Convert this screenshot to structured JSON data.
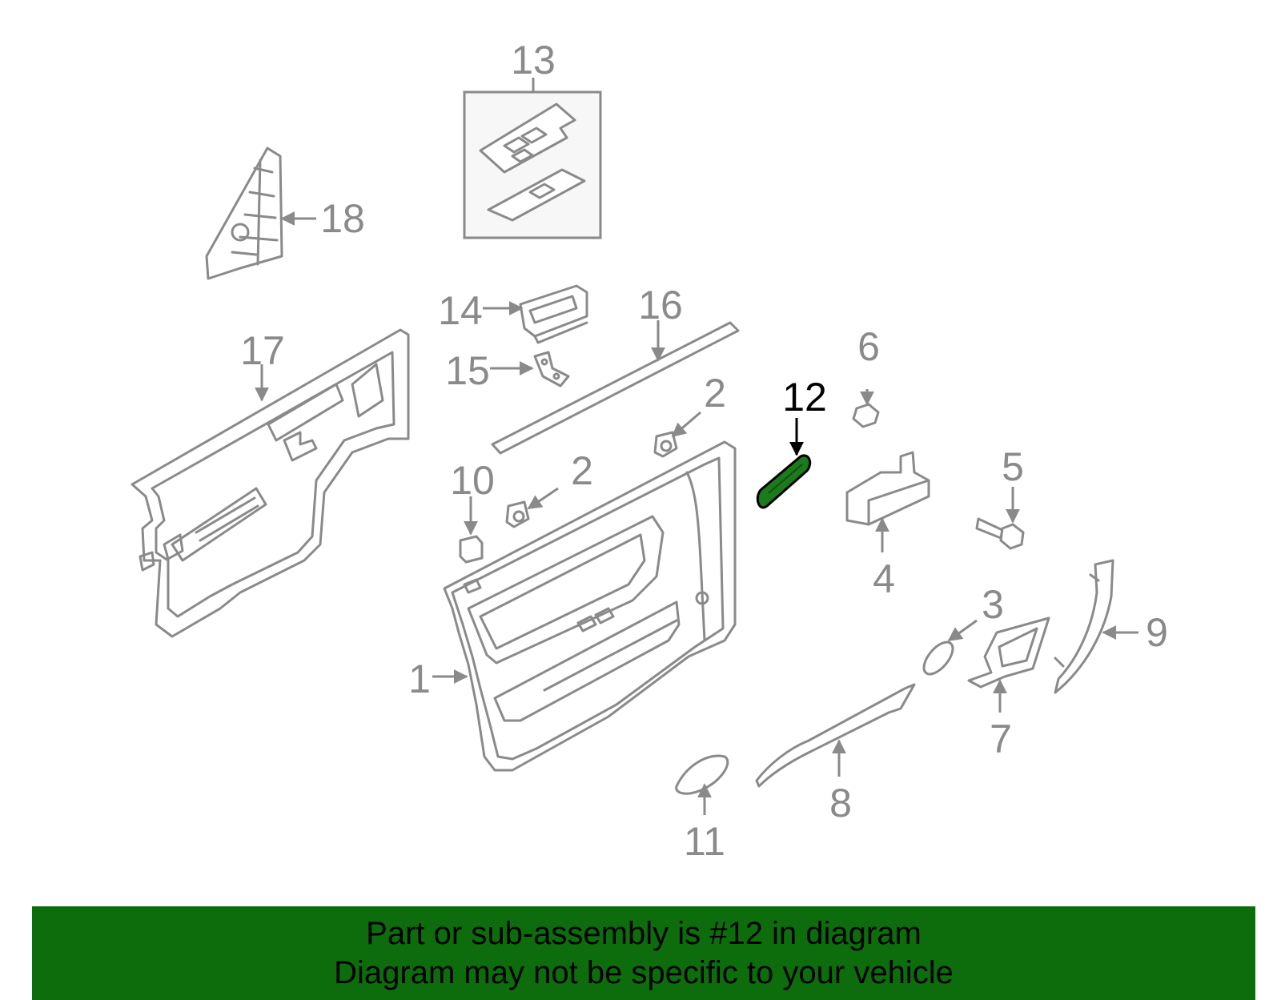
{
  "colors": {
    "line_art": "#8a8a8a",
    "highlight_part": "#1b7a1b",
    "highlight_label": "#000000",
    "banner_background": "#0d6d0d",
    "banner_text": "#000000"
  },
  "callouts": {
    "c1": "1",
    "c2a": "2",
    "c2b": "2",
    "c3": "3",
    "c4": "4",
    "c5": "5",
    "c6": "6",
    "c7": "7",
    "c8": "8",
    "c9": "9",
    "c10": "10",
    "c11": "11",
    "c12": "12",
    "c13": "13",
    "c14": "14",
    "c15": "15",
    "c16": "16",
    "c17": "17",
    "c18": "18"
  },
  "highlighted_part": "12",
  "banner": {
    "line1": "Part or sub-assembly is #12 in diagram",
    "line2": "Diagram may not be specific to your vehicle"
  }
}
